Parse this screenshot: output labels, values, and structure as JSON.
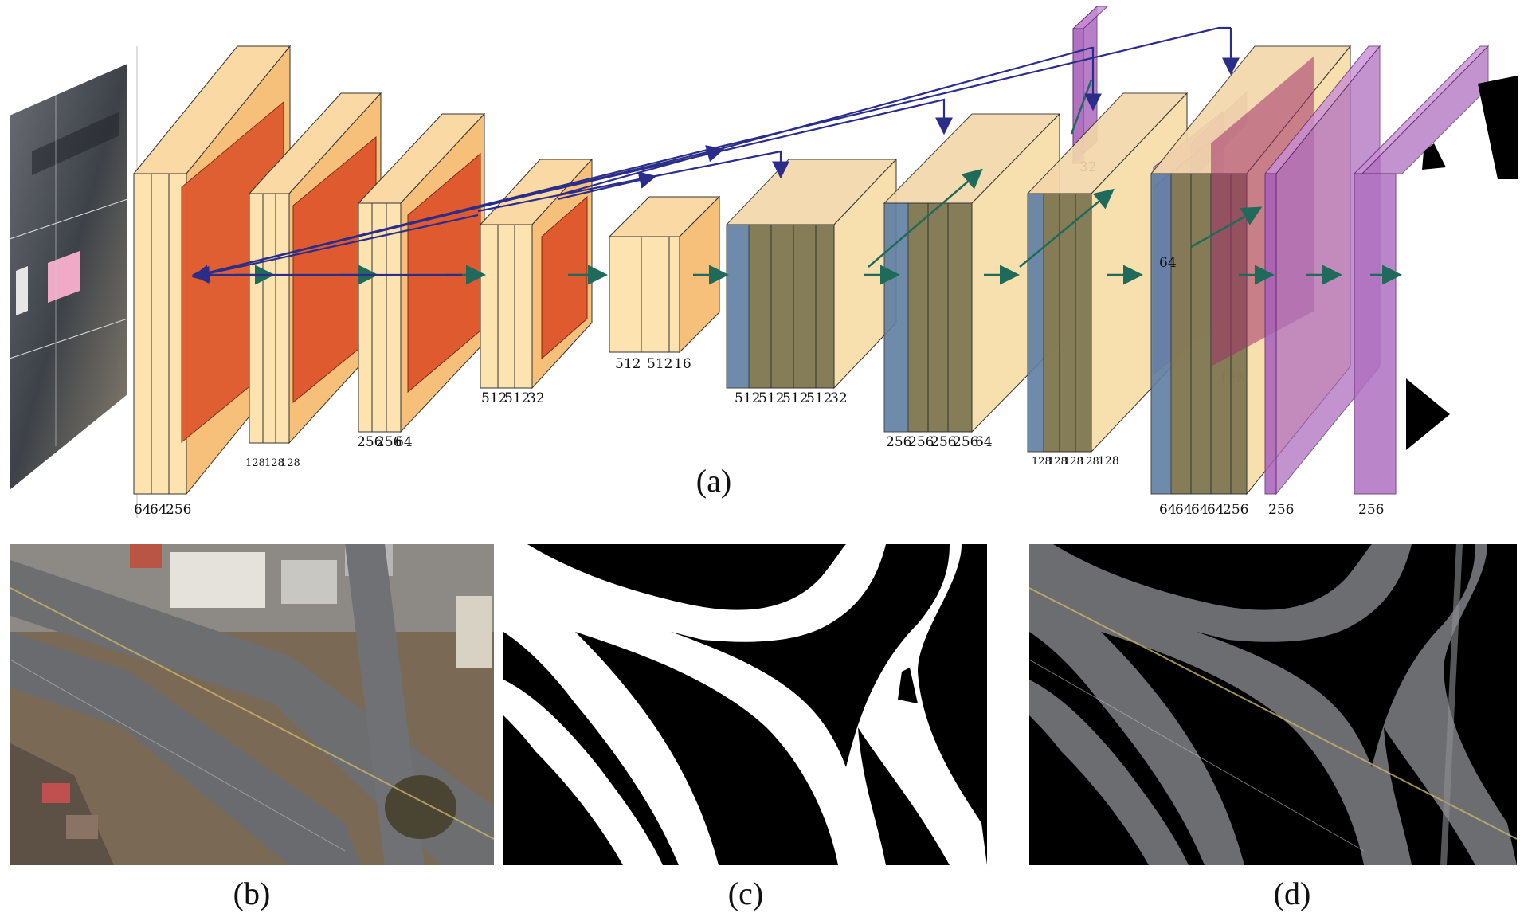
{
  "captions": {
    "a": "(a)",
    "b": "(b)",
    "c": "(c)",
    "d": "(d)"
  },
  "encoder_labels": {
    "b1": [
      "64",
      "64",
      "256"
    ],
    "b2": [
      "128",
      "128",
      "128"
    ],
    "b3": [
      "256",
      "256",
      "64"
    ],
    "b4": [
      "512",
      "512",
      "32"
    ],
    "b5": [
      "512",
      "512",
      "16"
    ]
  },
  "decoder_labels": {
    "d1": [
      "512",
      "512",
      "512",
      "512",
      "32"
    ],
    "d2": [
      "256",
      "256",
      "256",
      "256",
      "64"
    ],
    "d3": [
      "128",
      "128",
      "128",
      "128",
      "128"
    ],
    "d4": [
      "64",
      "64",
      "64",
      "64",
      "256"
    ],
    "side_128": "128",
    "side_64": "64",
    "side_32": "32",
    "out1": "256",
    "out2": "256"
  },
  "colors": {
    "encoder_light": "#fce3b0",
    "encoder_mid": "#f7c584",
    "encoder_conv": "#df5a2f",
    "decoder_blue": "#5f7fa3",
    "decoder_olive": "#8a7a4a",
    "purple": "#b070c0",
    "skip_arrow": "#2b2d8a",
    "flow_arrow": "#1f6a5a"
  }
}
